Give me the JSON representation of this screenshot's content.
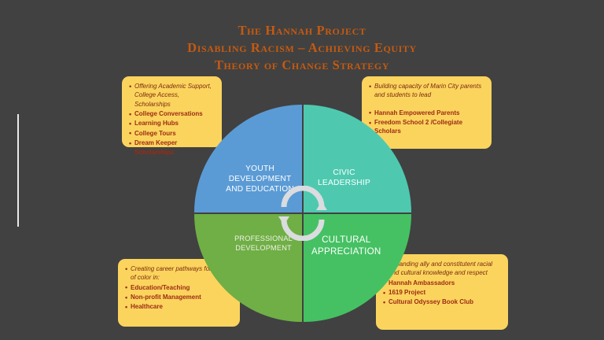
{
  "title": {
    "line1": "The  Hannah Project",
    "line2": "Disabling Racism – Achieving Equity",
    "line3": "Theory of Change Strategy",
    "color": "#C55A11"
  },
  "colors": {
    "background": "#414141",
    "callout_fill": "#FBD45E",
    "callout_text": "#7B2B0E",
    "callout_bold_text": "#9C2B12",
    "youth_quadrant": "#5B9BD5",
    "civic_quadrant": "#4EC9B0",
    "professional_quadrant": "#6FAF45",
    "cultural_quadrant": "#45C163",
    "cycle_arrow": "#DADCE0",
    "rule": "#E8E8E8"
  },
  "wheel": {
    "youth": "YOUTH\nDEVELOPMENT\nAND EDUCATION",
    "youth_lines": [
      "YOUTH",
      "DEVELOPMENT",
      "AND EDUCATION"
    ],
    "civic_lines": [
      "CIVIC",
      "LEADERSHIP"
    ],
    "professional_lines": [
      "PROFESSIONAL",
      "DEVELOPMENT"
    ],
    "cultural_lines": [
      "CULTURAL",
      "APPRECIATION"
    ],
    "center_icon": "cycle-arrows-icon"
  },
  "callouts": {
    "top_left": {
      "items": [
        {
          "text": "Offering Academic Support, College Access, Scholarships",
          "style": "italic"
        },
        {
          "text": "College Conversations",
          "style": "bold"
        },
        {
          "text": "Learning Hubs",
          "style": "bold"
        },
        {
          "text": "College  Tours",
          "style": "bold"
        },
        {
          "text": "Dream Keeper Scholarships",
          "style": "bold"
        }
      ]
    },
    "top_right": {
      "items": [
        {
          "text": "Building capacity of  Marin City parents and students to lead",
          "style": "italic"
        },
        {
          "text": "",
          "style": "spacer"
        },
        {
          "text": "Hannah Empowered Parents",
          "style": "bold"
        },
        {
          "text": "Freedom School 2 /Collegiate Scholars",
          "style": "bold"
        }
      ]
    },
    "bottom_left": {
      "items": [
        {
          "text": "Creating career pathways for people of color in:",
          "style": "italic"
        },
        {
          "text": "Education/Teaching",
          "style": "bold"
        },
        {
          "text": "Non-profit Management",
          "style": "bold"
        },
        {
          "text": "Healthcare",
          "style": "bold"
        }
      ]
    },
    "bottom_right": {
      "items": [
        {
          "text": "Expanding ally and constitutent racial and cultural knowledge and respect",
          "style": "italic"
        },
        {
          "text": "Hannah Ambassadors",
          "style": "bold"
        },
        {
          "text": "1619 Project",
          "style": "bold"
        },
        {
          "text": "Cultural Odyssey Book Club",
          "style": "bold"
        }
      ]
    }
  }
}
